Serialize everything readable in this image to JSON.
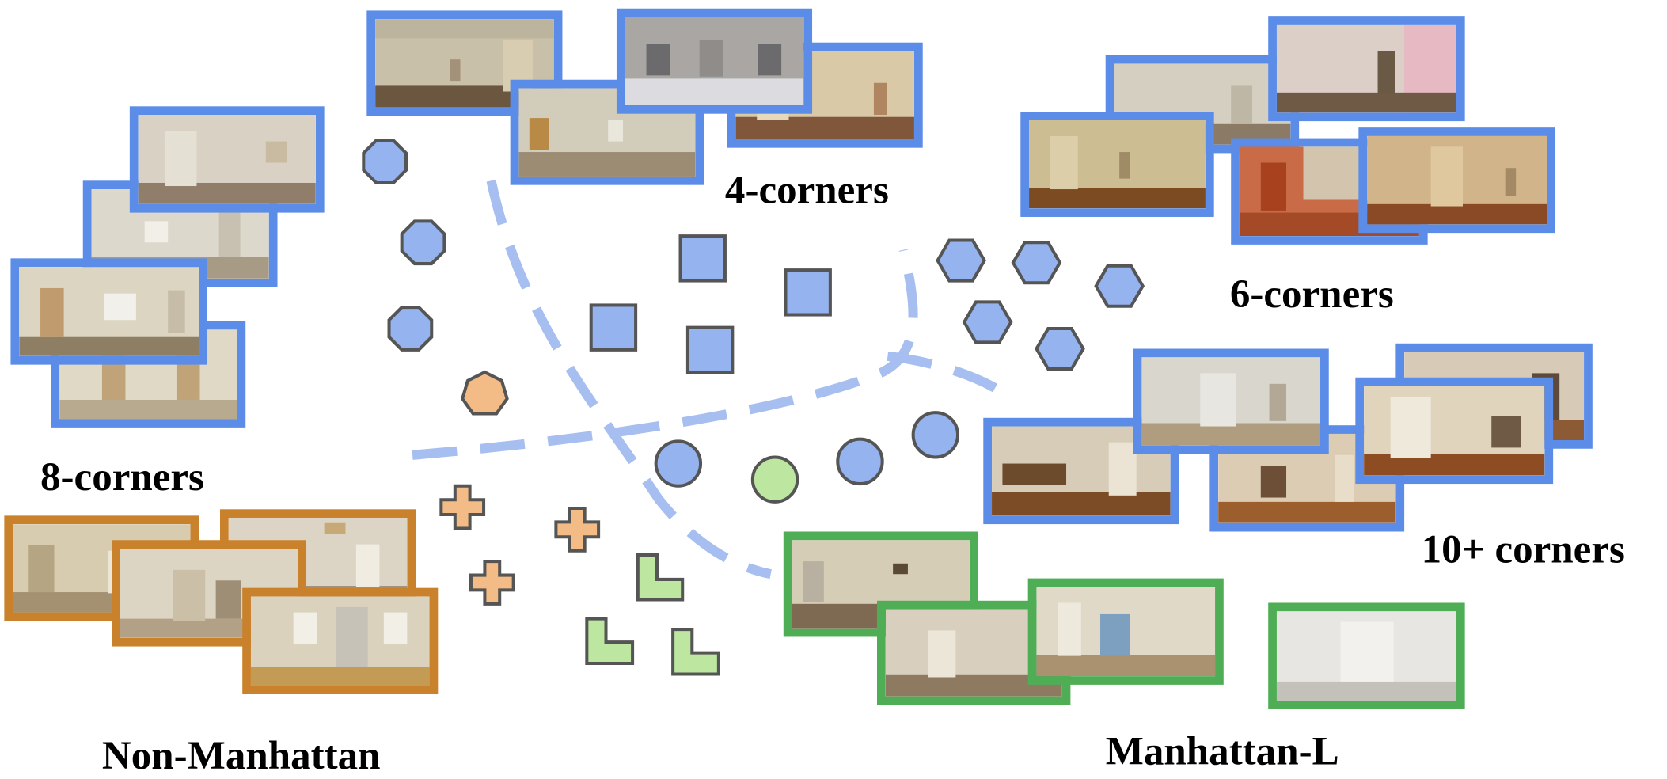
{
  "labels": {
    "four": "4-corners",
    "six": "6-corners",
    "eight": "8-corners",
    "ten": "10+ corners",
    "nonmanhattan": "Non-Manhattan",
    "manhattanL": "Manhattan-L"
  },
  "colors": {
    "blue_border": "#5b8de8",
    "orange_border": "#c9812c",
    "green_border": "#4fae55",
    "blue_fill": "#94b3ef",
    "orange_fill": "#f3bb85",
    "green_fill": "#bde7a0",
    "stroke": "#555555",
    "dashed": "#a6bff0"
  },
  "icons": {
    "octagon": "octagon-icon",
    "square": "square-icon",
    "hexagon": "hexagon-icon",
    "heptagon": "heptagon-icon",
    "circle": "circle-icon",
    "cross": "cross-icon",
    "l_shape": "l-shape-icon"
  }
}
